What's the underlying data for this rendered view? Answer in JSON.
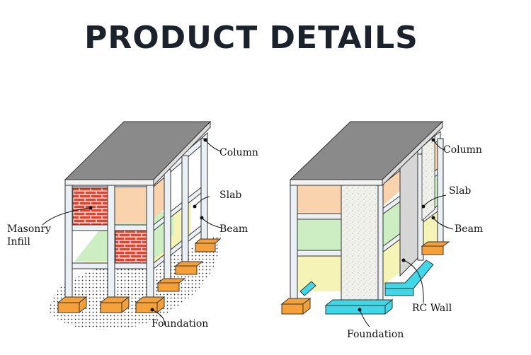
{
  "title": "PRODUCT DETAILS",
  "left_diagram": {
    "labels": {
      "column": "Column",
      "slab": "Slab",
      "beam": "Beam",
      "masonry_line1": "Masonry",
      "masonry_line2": "Infill",
      "foundation": "Foundation"
    }
  },
  "right_diagram": {
    "labels": {
      "column": "Column",
      "slab": "Slab",
      "beam": "Beam",
      "rc_wall": "RC Wall",
      "foundation": "Foundation"
    }
  },
  "colors": {
    "roof": "#8a8a8a",
    "column": "#eaf0f4",
    "masonry": "#e8402a",
    "foundation": "#f5a038",
    "rc_foundation": "#3fd8e8",
    "infill_peach": "#f8d3ad",
    "infill_green": "#cdeec3",
    "infill_yellow": "#f5f3b6"
  }
}
